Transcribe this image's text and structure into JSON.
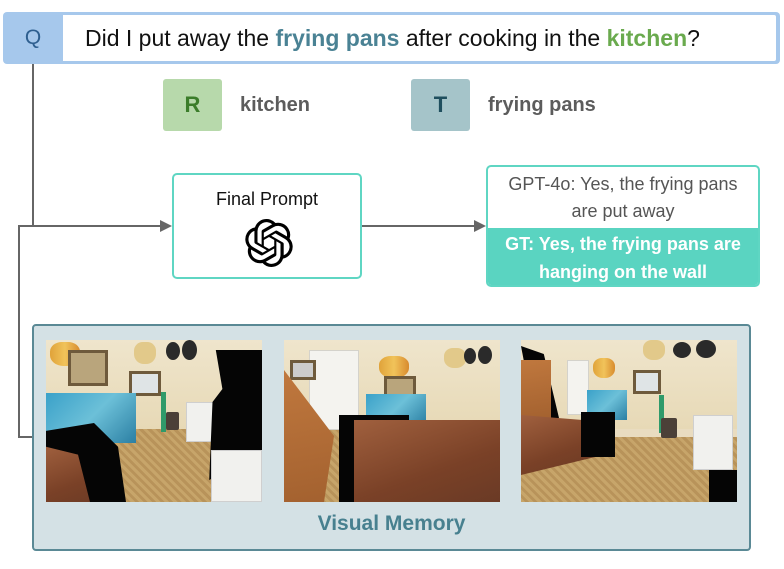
{
  "question": {
    "badge": "Q",
    "text_parts": [
      {
        "text": "Did I put away the ",
        "style": "plain"
      },
      {
        "text": "frying pans",
        "style": "target"
      },
      {
        "text": " after cooking in the ",
        "style": "plain"
      },
      {
        "text": "kitchen",
        "style": "region"
      },
      {
        "text": "?",
        "style": "plain"
      }
    ]
  },
  "chips": {
    "region": {
      "badge": "R",
      "label": "kitchen",
      "color": "#b7d9ab"
    },
    "target": {
      "badge": "T",
      "label": "frying pans",
      "color": "#a5c4c9"
    }
  },
  "final_prompt": {
    "title": "Final Prompt",
    "icon": "openai-logo-icon"
  },
  "answers": {
    "model": "GPT-4o: Yes, the frying pans are put away",
    "ground_truth": "GT: Yes, the frying pans are hanging on the wall",
    "gt_color": "#5ad4c1"
  },
  "visual_memory": {
    "title": "Visual Memory",
    "frames": [
      {
        "description": "kitchen view with wall art, frying pans, cabinets and black occlusion"
      },
      {
        "description": "kitchen view with white door, wooden cabinet and dining table"
      },
      {
        "description": "kitchen view with dining table, trash bin and white cabinets"
      }
    ]
  },
  "colors": {
    "question_accent": "#a6c8ec",
    "box_border": "#5fd6c3",
    "panel_bg": "#d4e1e5",
    "panel_border": "#5a8995",
    "arrow": "#666666"
  }
}
